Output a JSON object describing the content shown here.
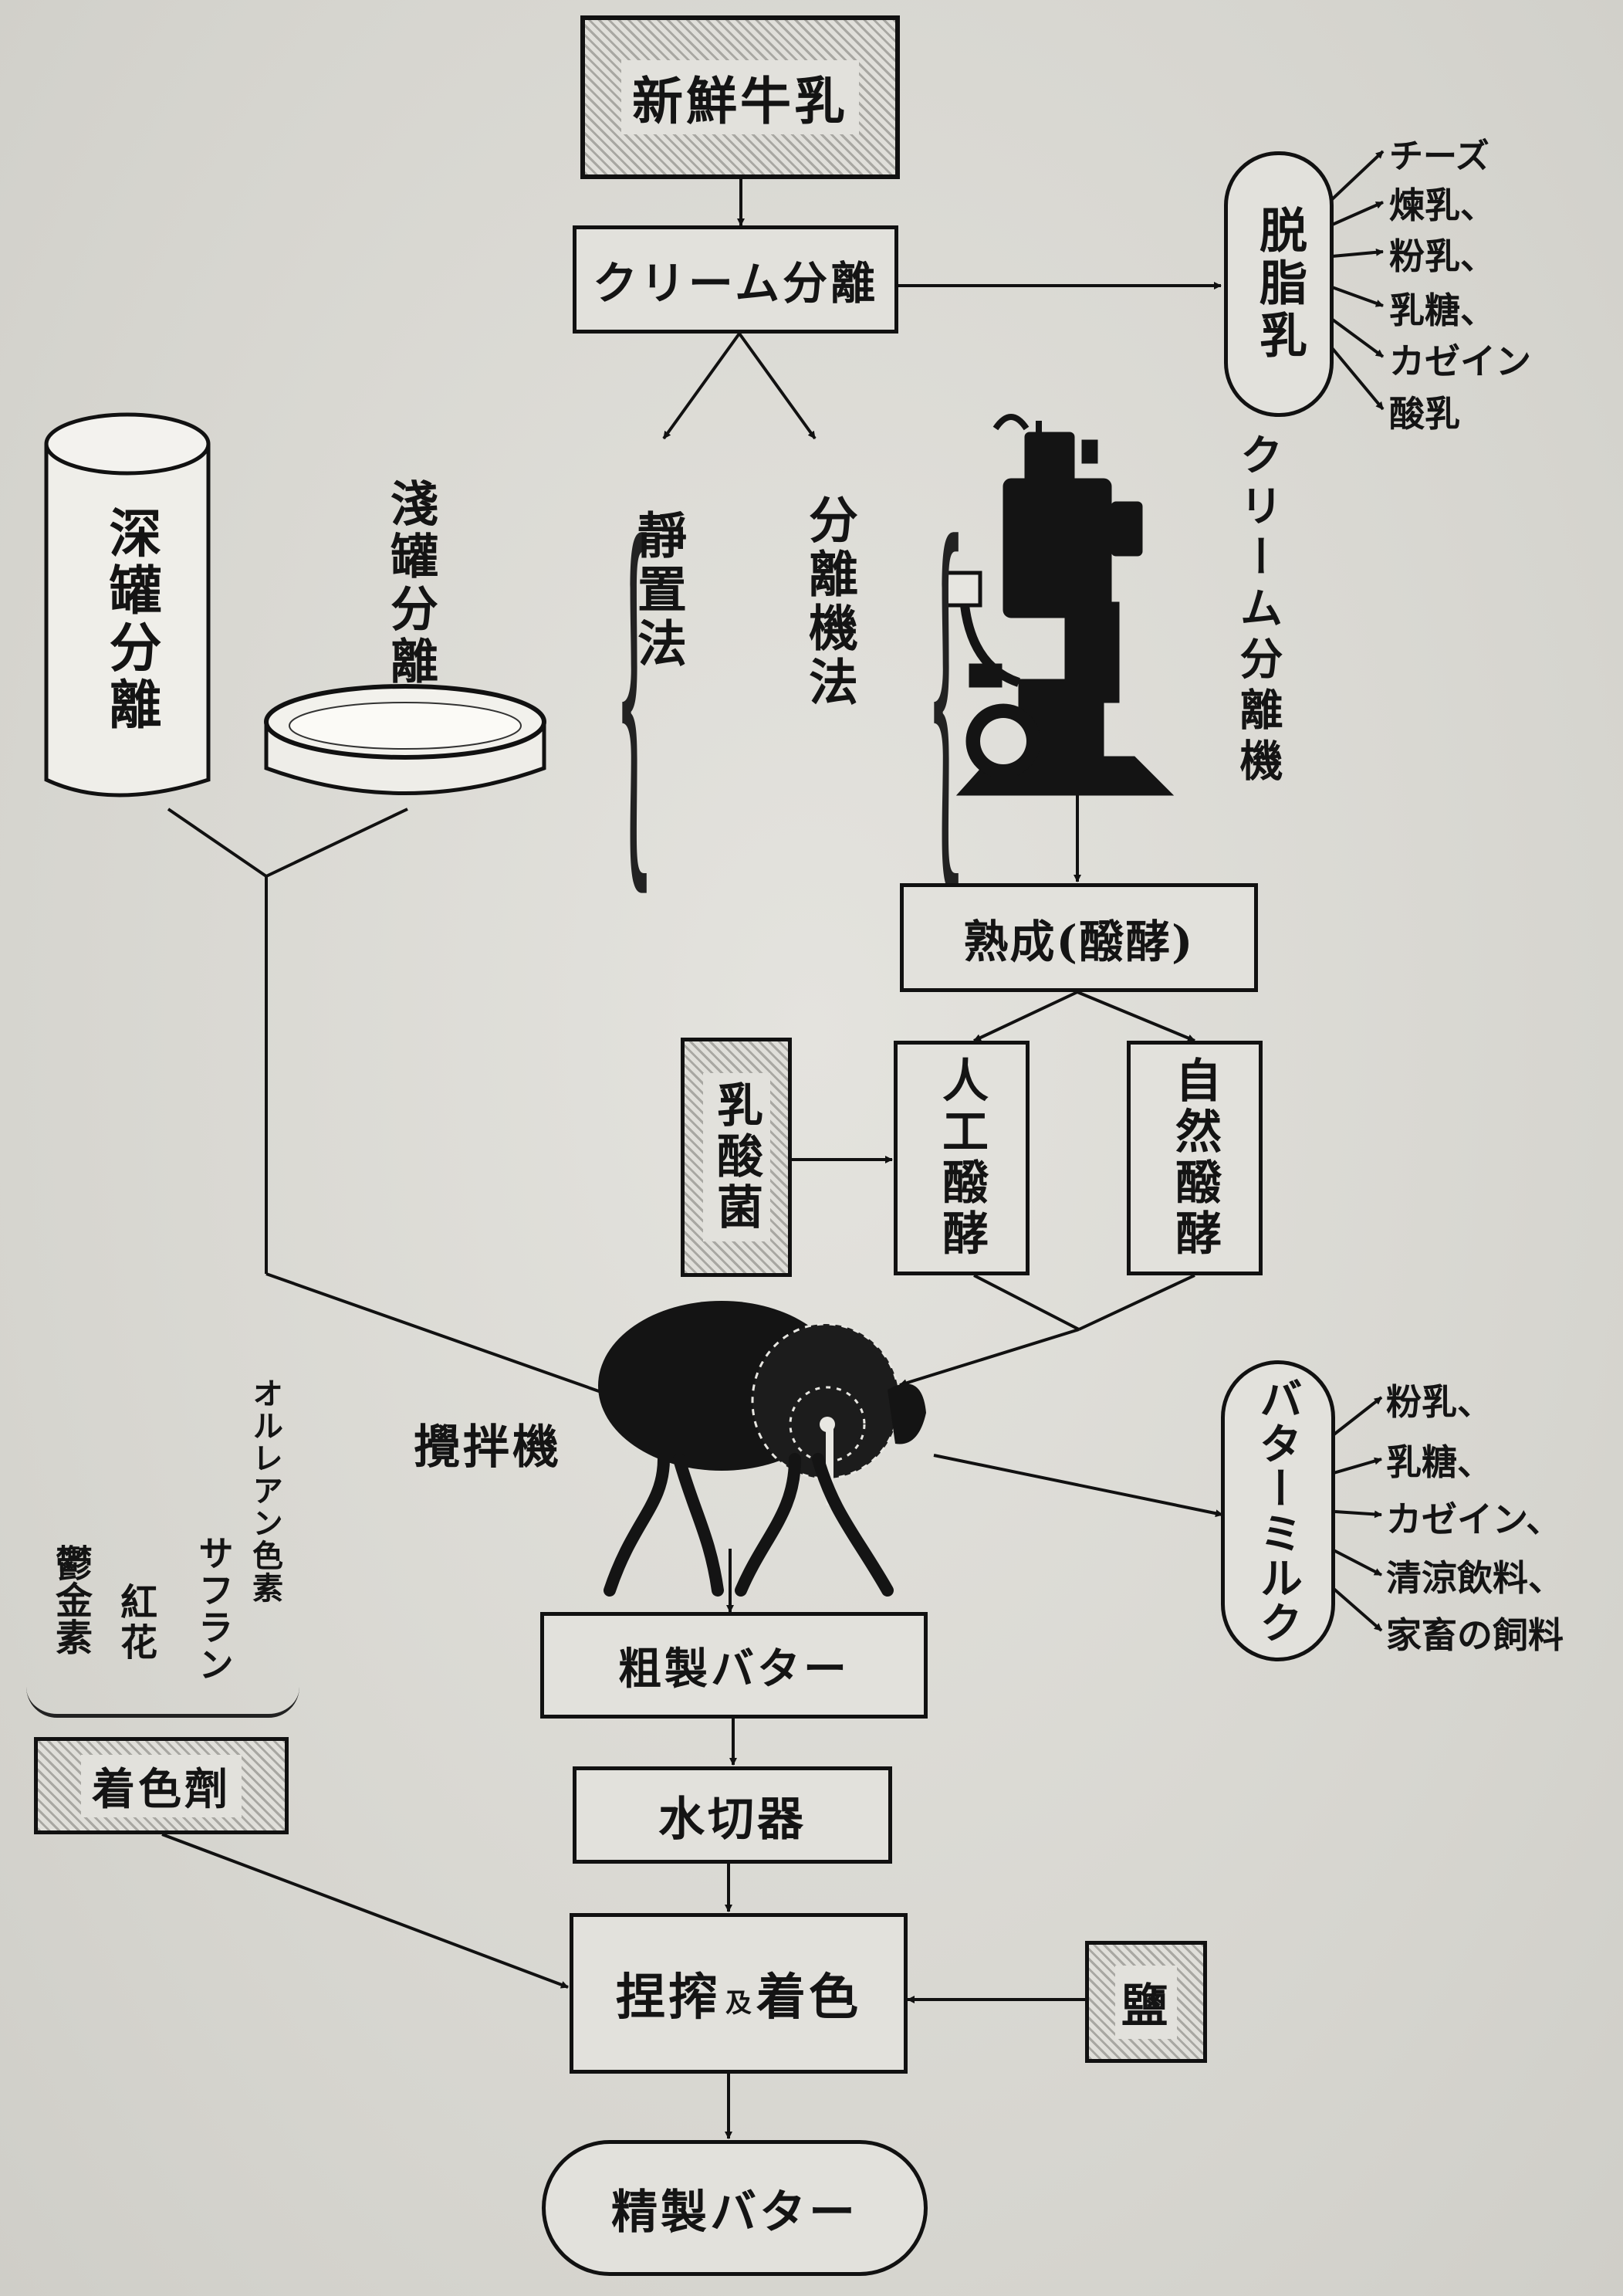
{
  "nodes": {
    "fresh_milk": "新鮮牛乳",
    "cream_separation": "クリーム分離",
    "skim_milk": "脱脂乳",
    "deep_can": "深罐分離",
    "shallow_pan": "淺罐分離",
    "gravity_method": "靜置法",
    "separator_method": "分離機法",
    "cream_separator": "クリーム分離機",
    "ripening": "熟成(醱酵)",
    "lactic_bacteria": "乳酸菌",
    "artificial_ferment": "人工醱酵",
    "natural_ferment": "自然醱酵",
    "churn": "攪拌機",
    "buttermilk": "バターミルク",
    "crude_butter": "粗製バター",
    "water_remover": "水切器",
    "working_coloring_a": "捏搾",
    "working_coloring_b": "及",
    "working_coloring_c": "着色",
    "salt": "鹽",
    "colorant": "着色劑",
    "refined_butter": "精製バター"
  },
  "skim_products": [
    "チーズ",
    "煉乳、",
    "粉乳、",
    "乳糖、",
    "カゼイン",
    "酸乳"
  ],
  "buttermilk_products": [
    "粉乳、",
    "乳糖、",
    "カゼイン、",
    "清涼飲料、",
    "家畜の飼料"
  ],
  "colorant_sources": [
    "オルレアン色素",
    "サフラン",
    "紅花",
    "鬱金素"
  ]
}
